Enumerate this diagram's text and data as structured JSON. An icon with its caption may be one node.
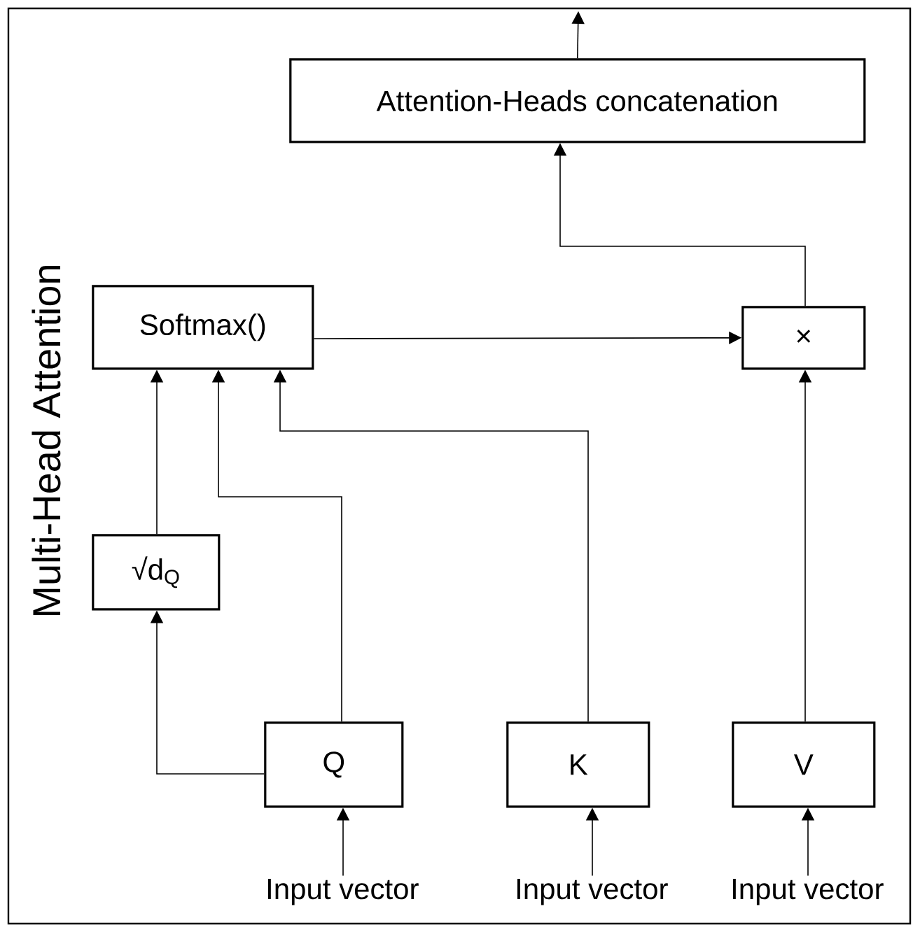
{
  "diagram": {
    "nodes": [
      {
        "text": [
          "Multi-Head Attention"
        ]
      },
      {
        "text": [
          "Attention-Heads concatenation"
        ],
        "in": 0
      },
      {
        "text": [
          "Softmax()"
        ],
        "in": 0
      },
      {
        "text": [
          "×"
        ],
        "in": 0
      },
      {
        "text": [
          "√d$_{Q}$"
        ],
        "in": 0
      },
      {
        "text": [
          "Q"
        ],
        "in": 0
      },
      {
        "text": [
          "K"
        ],
        "in": 0
      },
      {
        "text": [
          "V"
        ],
        "in": 0
      },
      {
        "text": [
          "Input vector"
        ],
        "in": 0
      },
      {
        "text": [
          "Input vector"
        ],
        "in": 0
      },
      {
        "text": [
          "Input vector"
        ],
        "in": 0
      }
    ],
    "edges": [
      {
        "from": 1,
        "to": null,
        "arrow": "to"
      },
      {
        "from": 3,
        "to": 1,
        "arrow": "to"
      },
      {
        "from": 2,
        "to": 3,
        "arrow": "to"
      },
      {
        "from": 7,
        "to": 3,
        "arrow": "to"
      },
      {
        "from": 4,
        "to": 2,
        "arrow": "to"
      },
      {
        "from": 5,
        "to": 4,
        "arrow": "to"
      },
      {
        "from": 5,
        "to": 2,
        "arrow": "to"
      },
      {
        "from": 6,
        "to": 2,
        "arrow": "to"
      },
      {
        "from": 8,
        "to": 5,
        "arrow": "to"
      },
      {
        "from": 9,
        "to": 6,
        "arrow": "to"
      },
      {
        "from": 10,
        "to": 7,
        "arrow": "to"
      }
    ]
  }
}
